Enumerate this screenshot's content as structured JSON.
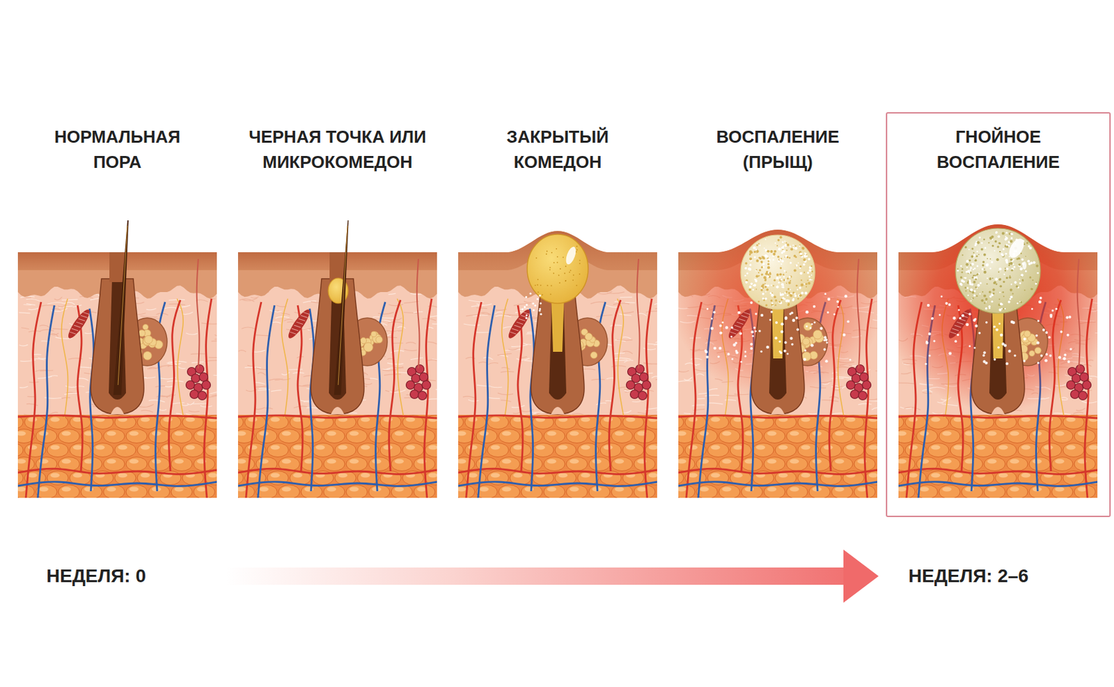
{
  "diagram": {
    "nodes": [
      {
        "text": [
          "НОРМАЛЬНАЯ ПОРА"
        ]
      },
      {
        "text": [
          "ЧЕРНАЯ ТОЧКА ИЛИ МИКРОКОМЕДОН"
        ]
      },
      {
        "text": [
          "ЗАКРЫТЫЙ КОМЕДОН"
        ]
      },
      {
        "text": [
          "ВОСПАЛЕНИЕ (ПРЫЩ)"
        ]
      },
      {
        "text": [
          "ГНОЙНОЕ ВОСПАЛЕНИЕ"
        ]
      }
    ],
    "labels": [
      "НЕДЕЛЯ: 0",
      "НЕДЕЛЯ: 2–6"
    ]
  }
}
